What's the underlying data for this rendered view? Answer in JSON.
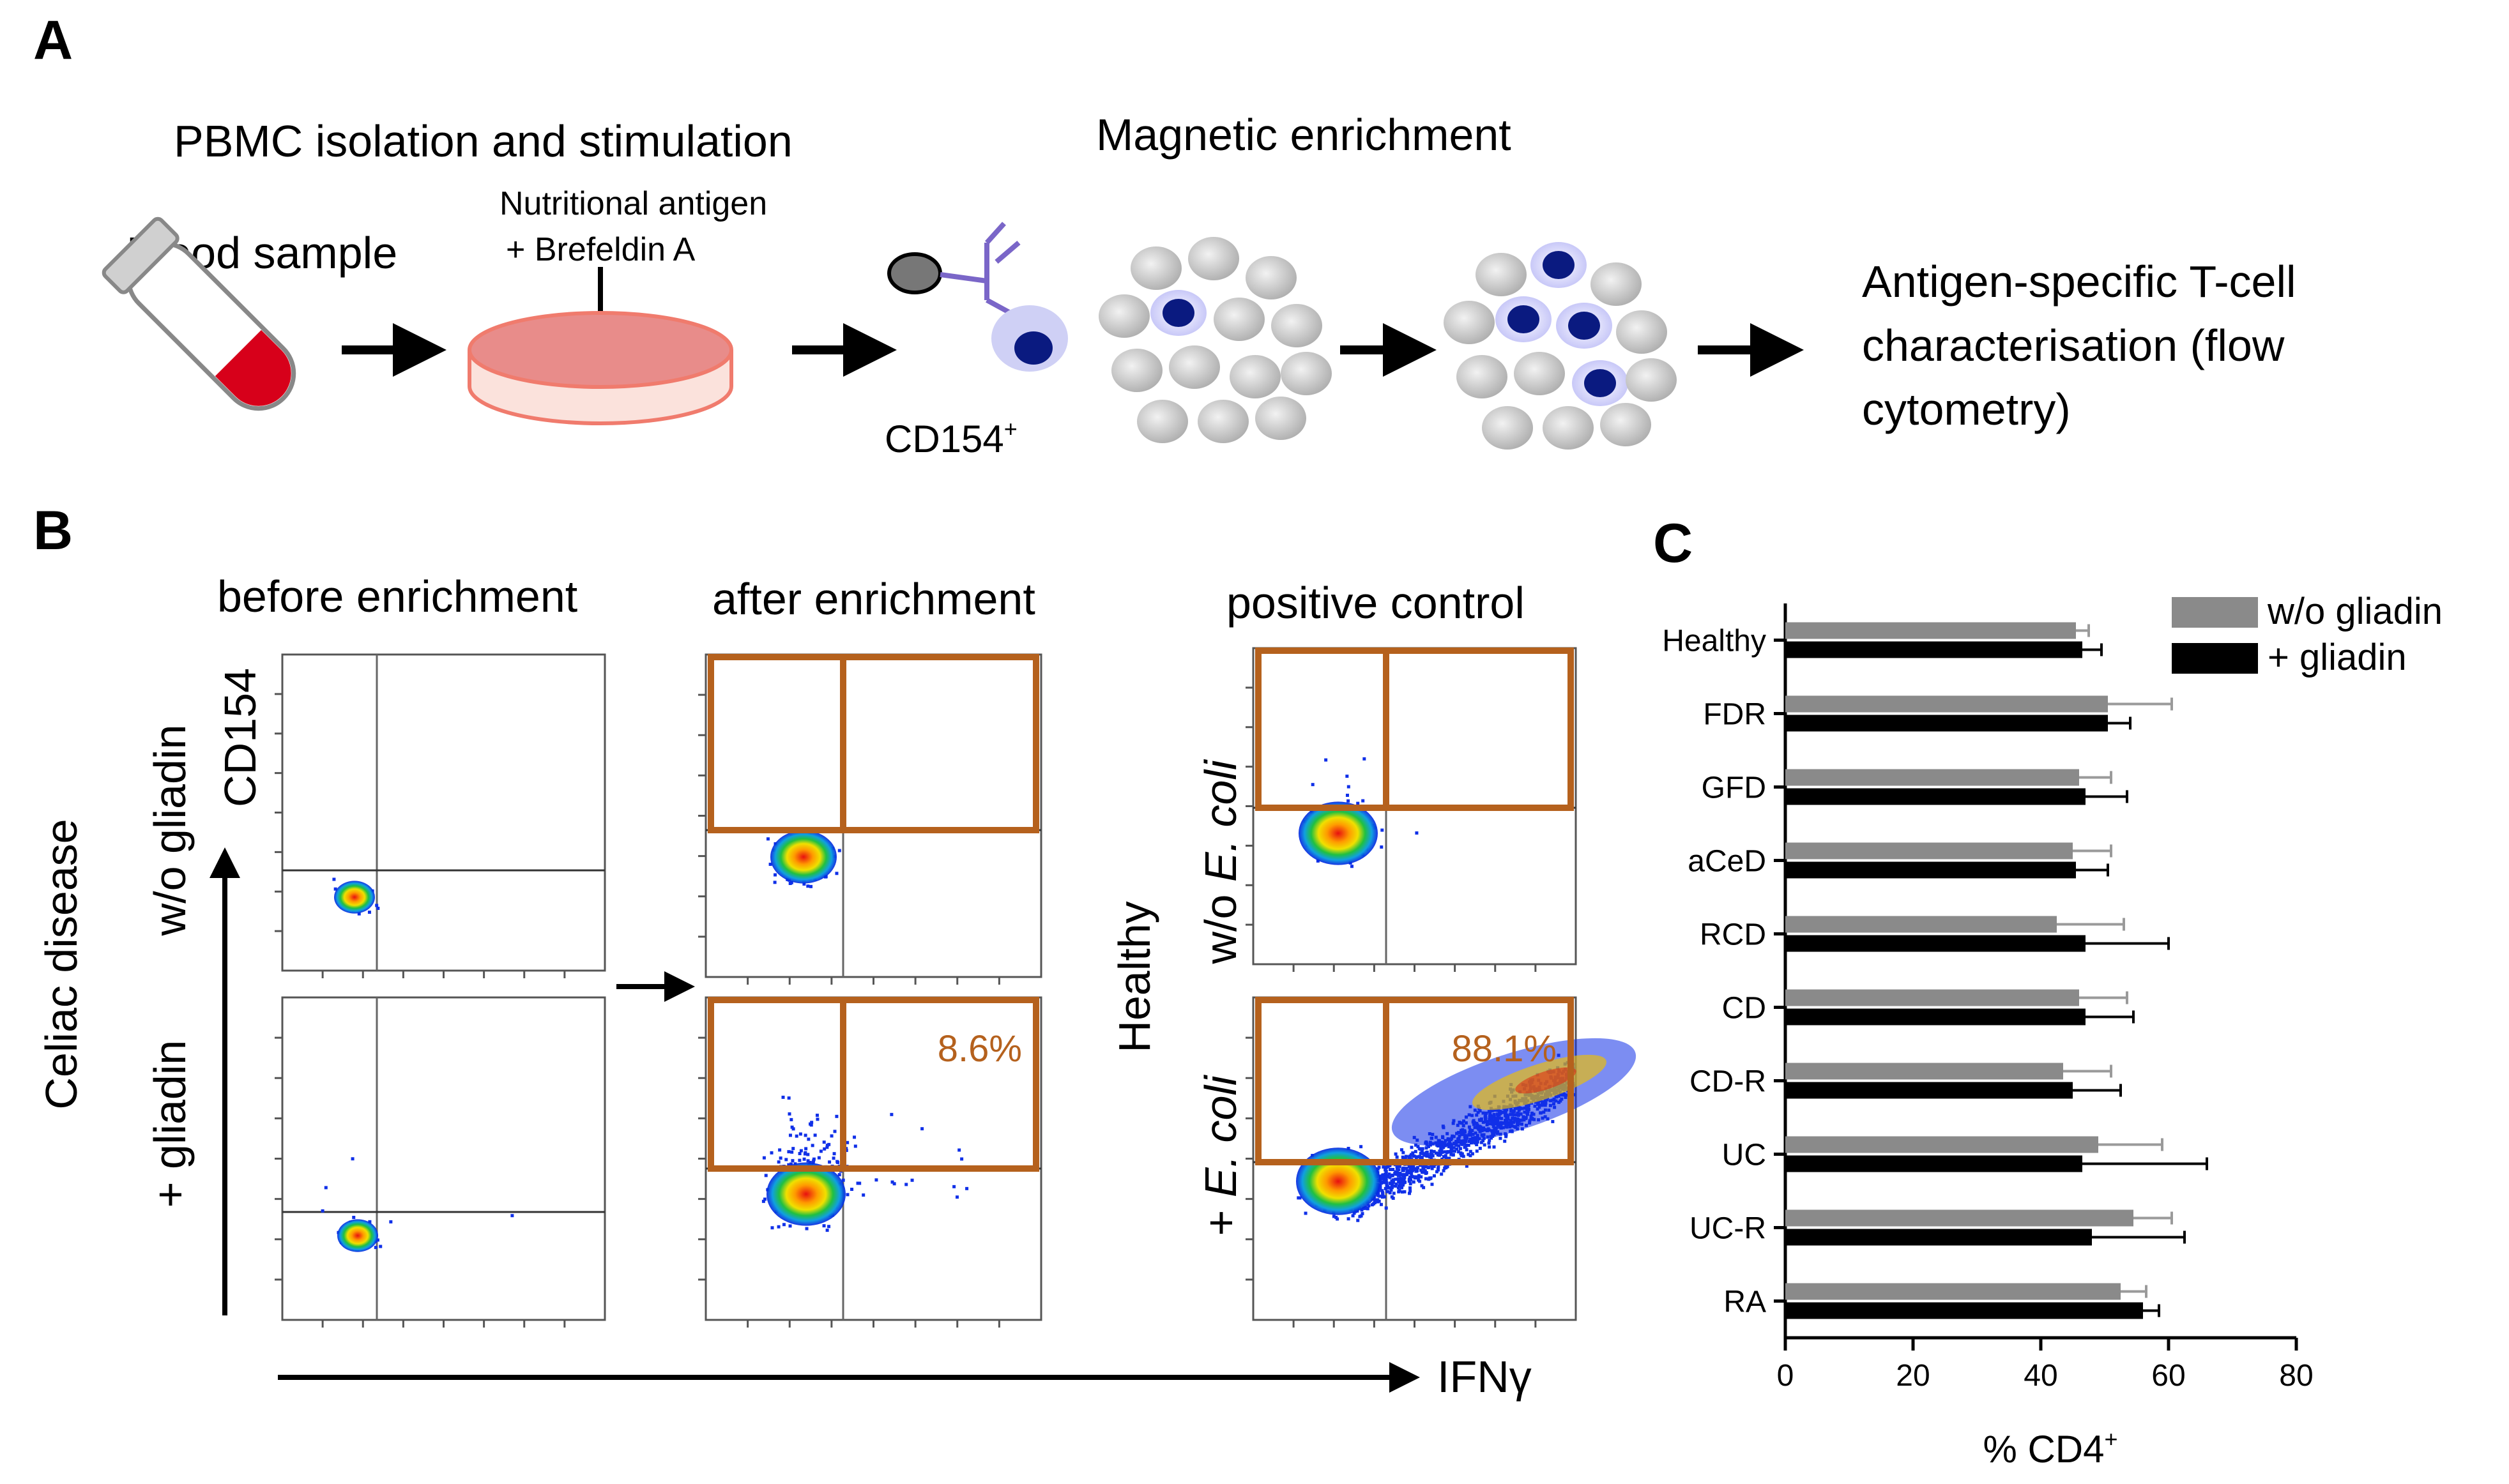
{
  "panelA": {
    "letter": "A",
    "step1_title": "PBMC isolation and stimulation",
    "step2_title": "Magnetic enrichment",
    "blood_label": "Blood sample",
    "antigen_label_1": "Nutritional antigen",
    "antigen_label_2": "+ Brefeldin A",
    "cd154_label": "CD154",
    "cd154_sup": "+",
    "result_line1": "Antigen-specific  T-cell",
    "result_line2": "characterisation  (flow",
    "result_line3": "cytometry)",
    "colors": {
      "tube_blood": "#d7001a",
      "dish": "#f07b6d",
      "dish_liquid": "#e88c8a",
      "cell_gray": "#c8c8c8",
      "cell_dark": "#0a1a80",
      "antibody": "#7a66c8"
    }
  },
  "panelB": {
    "letter": "B",
    "col_titles": [
      "before  enrichment",
      "after  enrichment",
      "positive control"
    ],
    "row_label_wo": "w/o gliadin",
    "row_label_plus": "+ gliadin",
    "celiac_label": "Celiac disease",
    "healthy_label": "Healthy",
    "ecoli_wo_prefix": "w/o",
    "ecoli_plus_prefix": "+",
    "ecoli_text": "E. coli",
    "y_axis_label": "CD154",
    "x_axis_label": "IFNγ",
    "pct_after_gliadin": "8.6%",
    "pct_ecoli": "88.1%",
    "gate_color": "#b5611d"
  },
  "chart_data": {
    "type": "bar",
    "orientation": "horizontal",
    "panel_letter": "C",
    "categories": [
      "Healthy",
      "FDR",
      "GFD",
      "aCeD",
      "RCD",
      "CD",
      "CD-R",
      "UC",
      "UC-R",
      "RA"
    ],
    "series": [
      {
        "name": "w/o gliadin",
        "color": "#8a8a8a",
        "values": [
          45.5,
          50.5,
          46,
          45,
          42.5,
          46,
          43.5,
          49,
          54.5,
          52.5
        ],
        "errors": [
          2,
          10,
          5,
          6,
          10.5,
          7.5,
          7.5,
          10,
          6,
          4
        ]
      },
      {
        "name": "+ gliadin",
        "color": "#000000",
        "values": [
          46.5,
          50.5,
          47,
          45.5,
          47,
          47,
          45,
          46.5,
          48,
          56
        ],
        "errors": [
          3,
          3.5,
          6.5,
          5,
          13,
          7.5,
          7.5,
          19.5,
          14.5,
          2.5
        ]
      }
    ],
    "xlim": [
      0,
      80
    ],
    "xticks": [
      "0",
      "20",
      "40",
      "60",
      "80"
    ],
    "xlabel": "% CD4",
    "xlabel_sup": "+",
    "legend_position": "top-right",
    "grid": false
  }
}
